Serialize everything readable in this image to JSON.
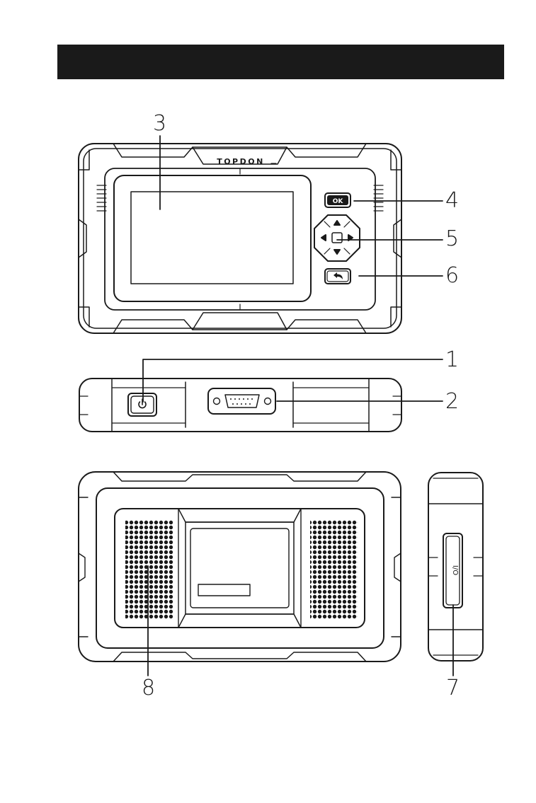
{
  "header": {
    "color": "#1a1a1a"
  },
  "device": {
    "brand": "TOPDON",
    "ok_label": "OK",
    "io_label": "I/O"
  },
  "callouts": {
    "power_button": "1",
    "db15_connector": "2",
    "lcd_screen": "3",
    "ok_button": "4",
    "direction_buttons": "5",
    "return_button": "6",
    "io_port": "7",
    "speaker": "8"
  },
  "icons": {
    "power": "power-icon",
    "return": "return-arrow-icon",
    "arrows": [
      "arrow-up-icon",
      "arrow-down-icon",
      "arrow-left-icon",
      "arrow-right-icon"
    ]
  }
}
